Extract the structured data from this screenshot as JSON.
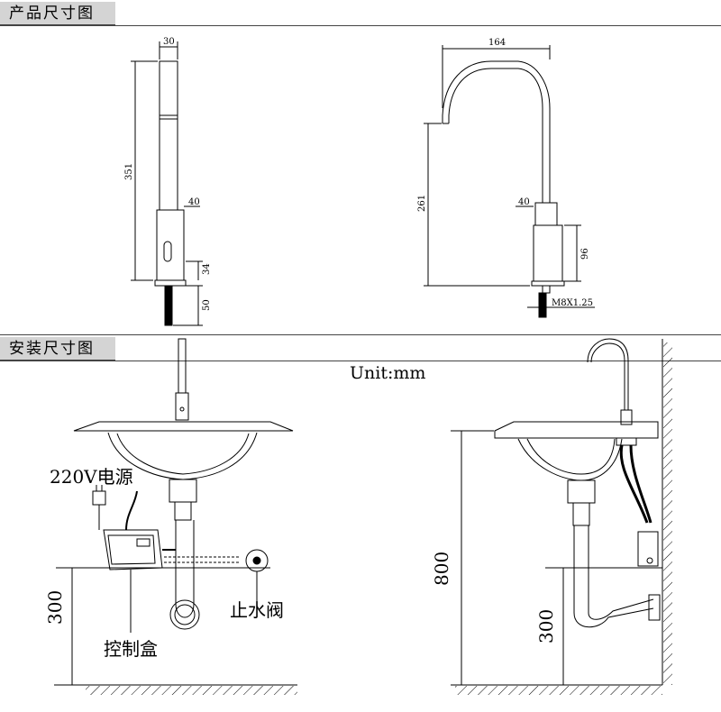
{
  "sections": {
    "product_dimensions": "产品尺寸图",
    "installation_dimensions": "安装尺寸图"
  },
  "product_drawing_1": {
    "width_top": "30",
    "height_total": "351",
    "body_width": "40",
    "sensor_height": "34",
    "tail_length": "50"
  },
  "product_drawing_2": {
    "spout_reach": "164",
    "height_total": "261",
    "body_width": "40",
    "body_height": "96",
    "thread": "M8X1.25"
  },
  "installation": {
    "unit_label": "Unit:mm",
    "power_label": "220V电源",
    "control_box_label": "控制盒",
    "stop_valve_label": "止水阀",
    "height_300_left": "300",
    "height_800": "800",
    "height_300_right": "300"
  }
}
